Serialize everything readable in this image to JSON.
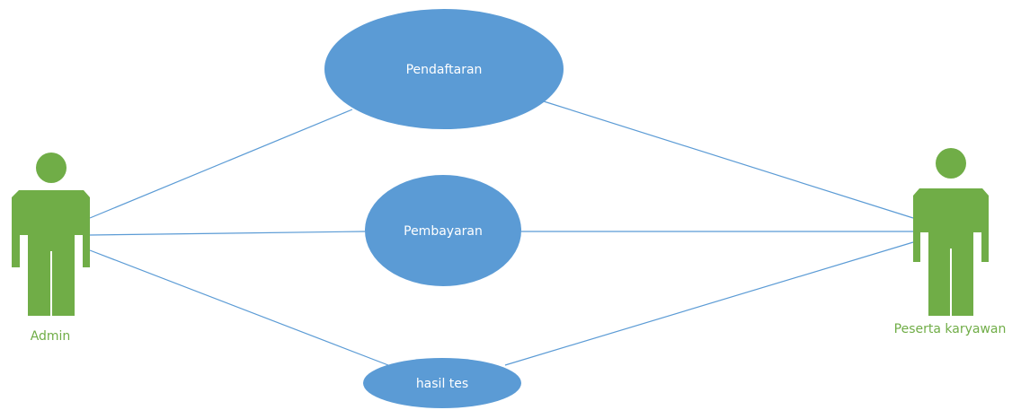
{
  "diagram": {
    "type": "use-case",
    "colors": {
      "actor": "#70AD47",
      "use_case_fill": "#5B9BD5",
      "use_case_text": "#FFFFFF",
      "association_line": "#5B9BD5"
    },
    "actors": [
      {
        "id": "admin",
        "label": "Admin"
      },
      {
        "id": "peserta",
        "label": "Peserta karyawan"
      }
    ],
    "use_cases": [
      {
        "id": "pendaftaran",
        "label": "Pendaftaran"
      },
      {
        "id": "pembayaran",
        "label": "Pembayaran"
      },
      {
        "id": "hasil-tes",
        "label": "hasil tes"
      }
    ],
    "associations": [
      {
        "from": "admin",
        "to": "pendaftaran"
      },
      {
        "from": "admin",
        "to": "pembayaran"
      },
      {
        "from": "admin",
        "to": "hasil-tes"
      },
      {
        "from": "peserta",
        "to": "pendaftaran"
      },
      {
        "from": "peserta",
        "to": "pembayaran"
      },
      {
        "from": "peserta",
        "to": "hasil-tes"
      }
    ]
  }
}
